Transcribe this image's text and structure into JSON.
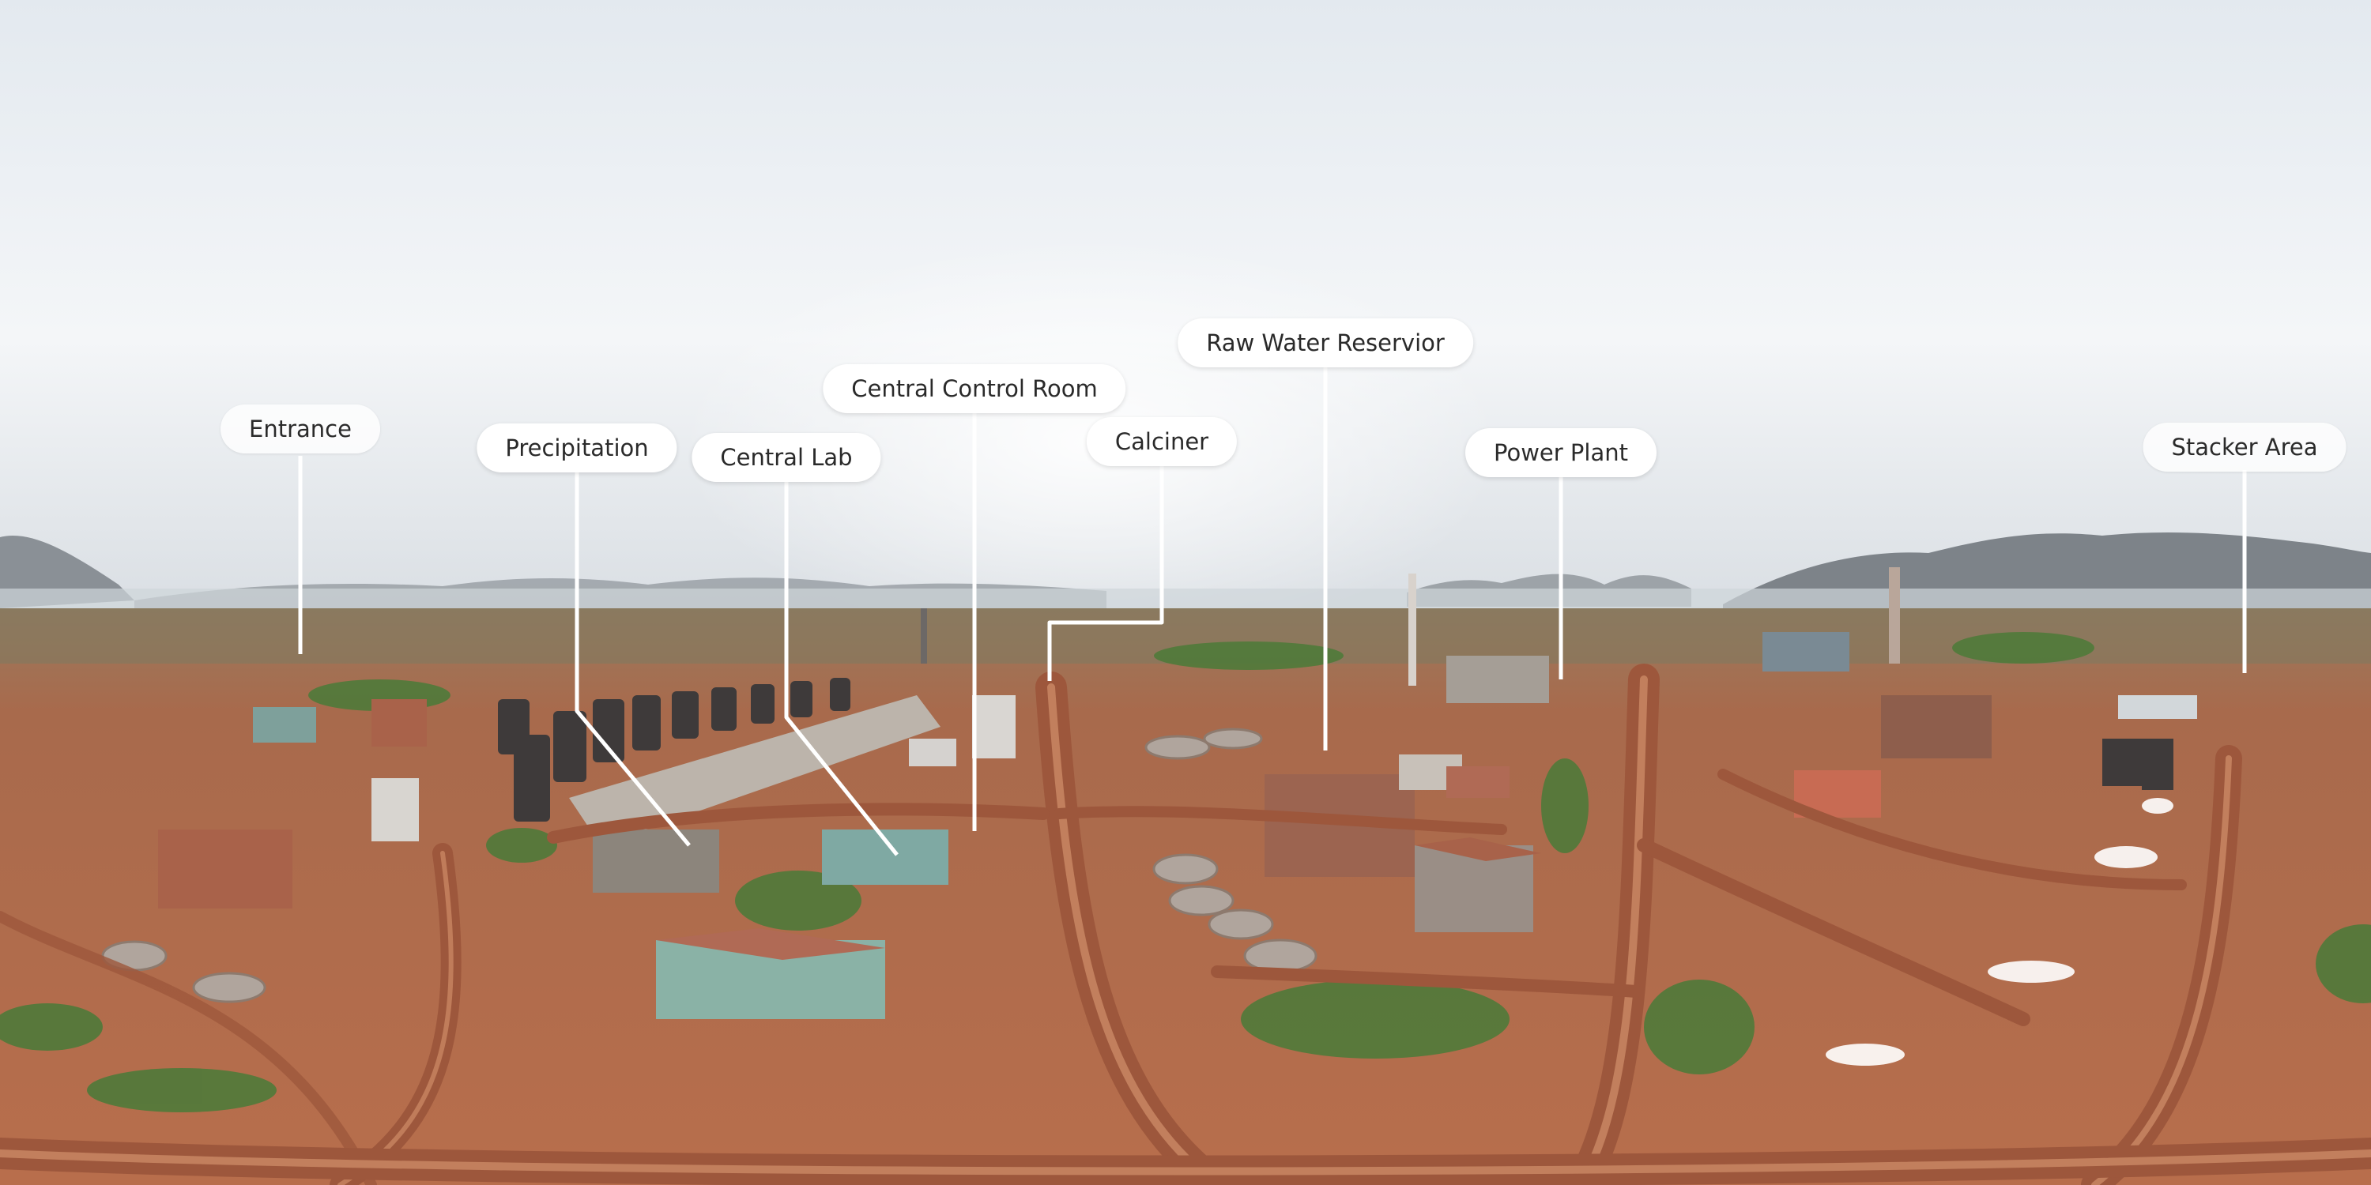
{
  "colors": {
    "sky_top": "#dfe7ef",
    "sky_mid": "#eef2f6",
    "horizon_haze": "#d5dbe2",
    "mountain": "#7c8288",
    "far_fields": "#7e7a5e",
    "ground_red": "#b06a4a",
    "ground_dark": "#8e4e35",
    "pipe_rust": "#a85a3c",
    "greenery": "#4f7a3a",
    "leader_line": "#ffffff",
    "label_bg": "#ffffff",
    "label_text": "#2a2a2a"
  },
  "hotspots": [
    {
      "id": "entrance",
      "label": "Entrance"
    },
    {
      "id": "precipitation",
      "label": "Precipitation"
    },
    {
      "id": "central-lab",
      "label": "Central Lab"
    },
    {
      "id": "central-control-room",
      "label": "Central Control Room"
    },
    {
      "id": "calciner",
      "label": "Calciner"
    },
    {
      "id": "raw-water-reservior",
      "label": "Raw Water Reservior"
    },
    {
      "id": "power-plant",
      "label": "Power Plant"
    },
    {
      "id": "stacker-area",
      "label": "Stacker Area"
    }
  ]
}
